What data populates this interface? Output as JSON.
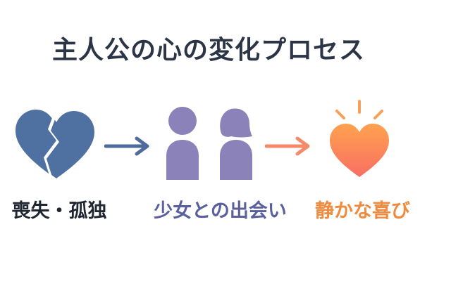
{
  "title": "主人公の心の変化プロセス",
  "stages": [
    {
      "label": "喪失・孤独",
      "icon": "broken-heart-icon",
      "color": "#4f71a1"
    },
    {
      "label": "少女との出会い",
      "icon": "two-people-icon",
      "color": "#8a82b8"
    },
    {
      "label": "静かな喜び",
      "icon": "glowing-heart-icon",
      "color": "#f98e55"
    }
  ],
  "arrows": [
    {
      "icon": "arrow-right-icon",
      "color": "#4f6a9c"
    },
    {
      "icon": "arrow-right-icon",
      "color": "#f48a6a"
    }
  ]
}
